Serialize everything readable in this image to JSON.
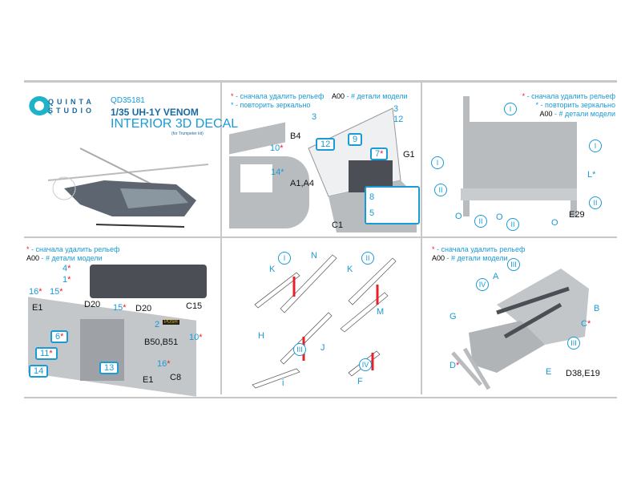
{
  "brand": {
    "logo_top": "QUINTA",
    "logo_bottom": "STUDIO"
  },
  "product": {
    "code": "QD35181",
    "title": "1/35 UH-1Y VENOM",
    "subtitle": "INTERIOR 3D DECAL",
    "note": "(for Trumpeter kit)"
  },
  "legend": {
    "star": "*",
    "remove_relief": " - сначала удалить рельеф",
    "mirror": " - повторить зеркально",
    "part_code": "A00",
    "part_desc": " - # детали модели"
  },
  "panel2": {
    "labels": [
      "B4",
      "10",
      "14",
      "A1,A4",
      "3",
      "12",
      "9",
      "7",
      "G1",
      "3",
      "12",
      "8",
      "5",
      "C1"
    ]
  },
  "panel3": {
    "labels": [
      "I",
      "I",
      "I",
      "II",
      "L",
      "II",
      "O",
      "II",
      "O",
      "II",
      "O",
      "E29"
    ]
  },
  "panel4": {
    "labels": [
      "4",
      "1",
      "C15",
      "16",
      "15",
      "E1",
      "D20",
      "15",
      "D20",
      "2",
      "6",
      "11",
      "10",
      "B50,B51",
      "13",
      "14",
      "16",
      "E1",
      "C8"
    ],
    "push_label": "PUSH"
  },
  "panel5": {
    "labels": [
      "I",
      "N",
      "K",
      "II",
      "K",
      "M",
      "H",
      "III",
      "i",
      "J",
      "IV",
      "F"
    ]
  },
  "panel6": {
    "labels": [
      "III",
      "A",
      "IV",
      "G",
      "B",
      "C",
      "III",
      "D",
      "E",
      "D38,E19"
    ]
  },
  "colors": {
    "accent": "#1a9ad6",
    "star": "#e8202a"
  }
}
